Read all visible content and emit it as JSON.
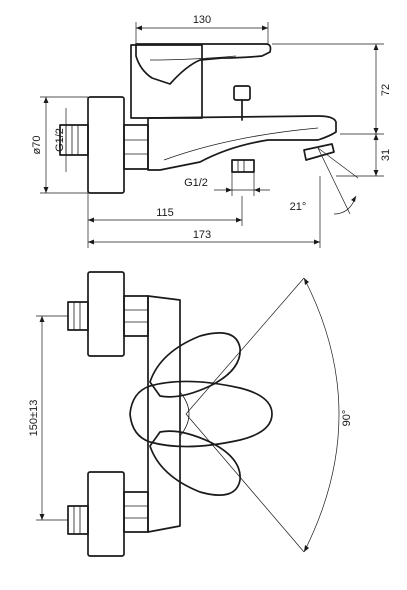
{
  "dimensions": {
    "top_width": "130",
    "height_upper": "72",
    "height_lower": "31",
    "diameter": "ø70",
    "thread_inlet": "G1/2",
    "thread_outlet": "G1/2",
    "spout_angle": "21°",
    "depth_body": "115",
    "depth_total": "173",
    "center_distance": "150±13",
    "rotation_angle": "90°"
  }
}
